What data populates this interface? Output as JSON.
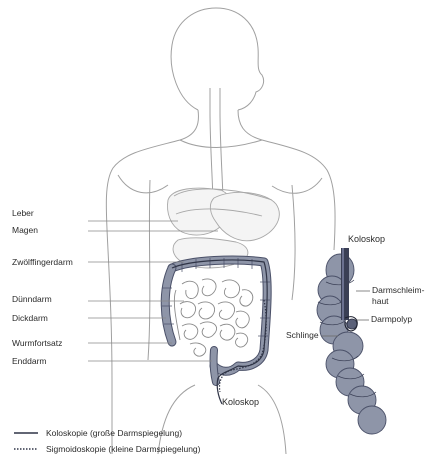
{
  "labels": {
    "leber": "Leber",
    "magen": "Magen",
    "zwoelffingerdarm": "Zwölffingerdarm",
    "duenndarm": "Dünndarm",
    "dickdarm": "Dickdarm",
    "wurmfortsatz": "Wurmfortsatz",
    "enddarm": "Enddarm",
    "koloskop_main": "Koloskop",
    "koloskop_inset": "Koloskop",
    "darmschleimhaut_1": "Darmschleim-",
    "darmschleimhaut_2": "haut",
    "darmpolyp": "Darmpolyp",
    "schlinge": "Schlinge"
  },
  "legend": {
    "solid": "Koloskopie (große Darmspiegelung)",
    "dotted": "Sigmoidoskopie (kleine Darmspiegelung)"
  },
  "colors": {
    "outline": "#9a9a9a",
    "colon_fill": "#8e95a8",
    "colon_stroke": "#4a5068",
    "scope": "#3a3f55",
    "text": "#2b2b2b"
  }
}
